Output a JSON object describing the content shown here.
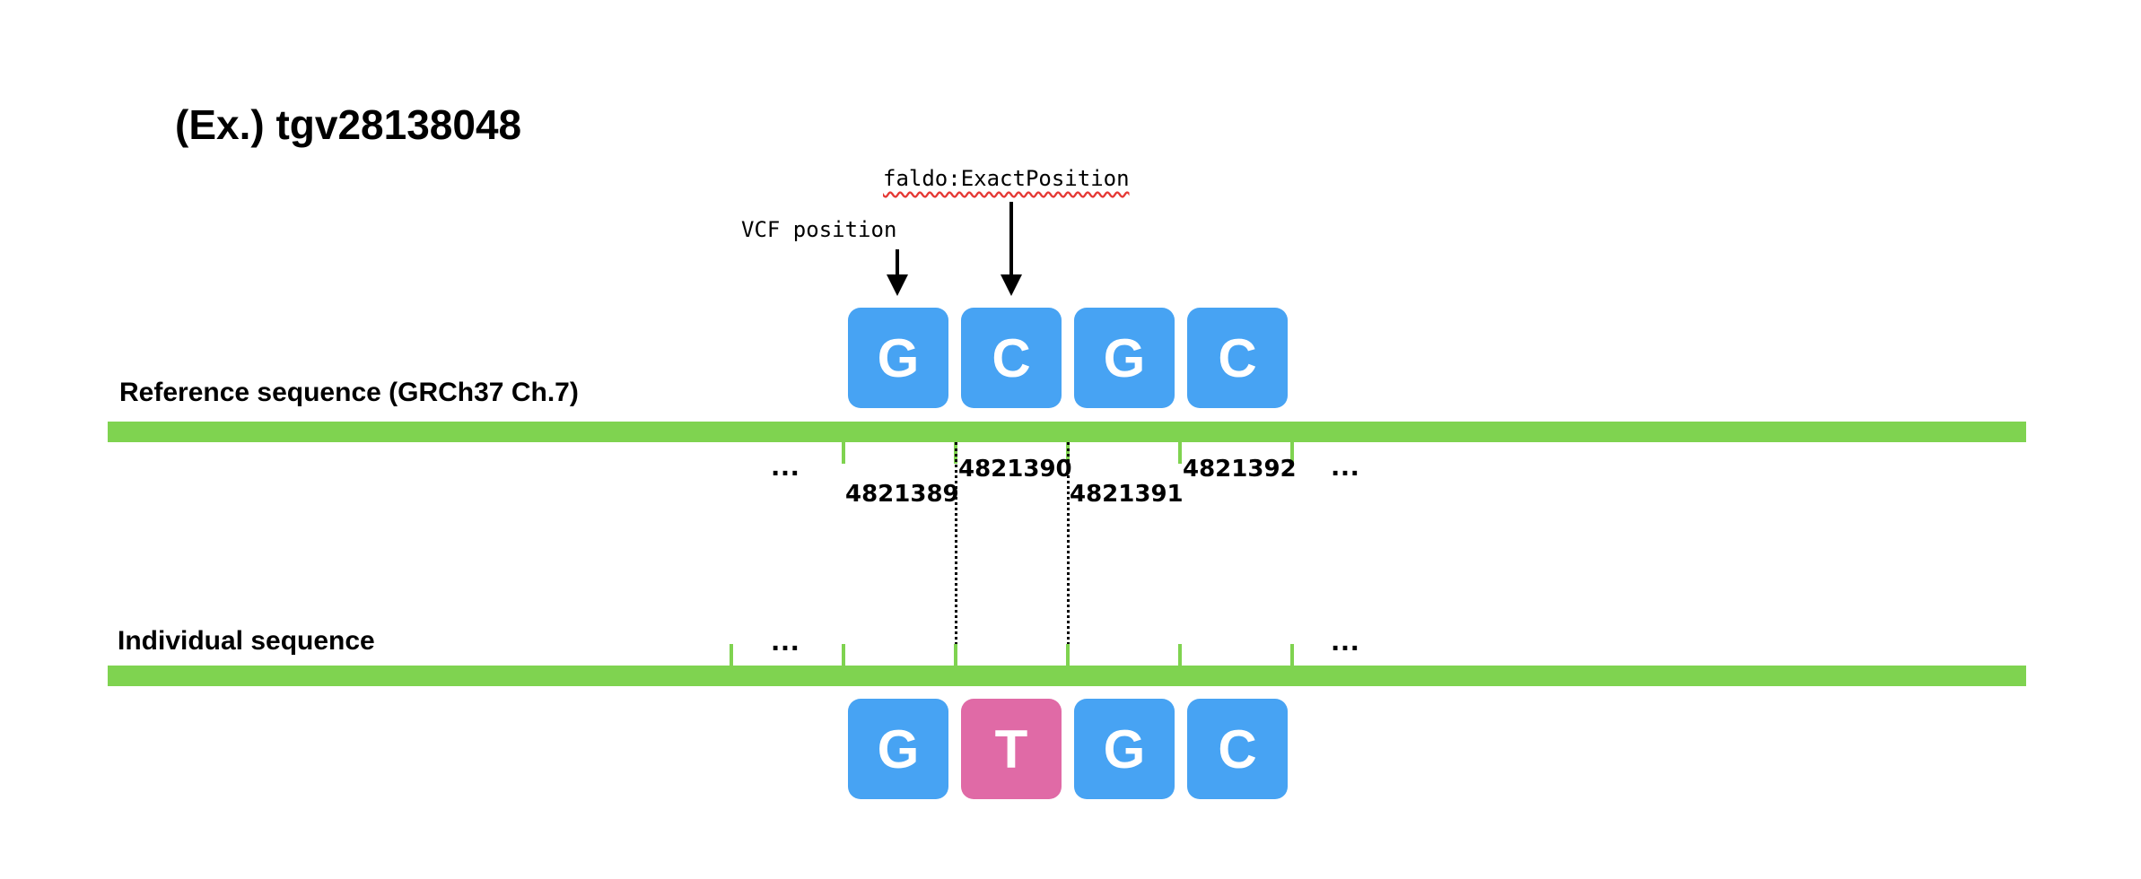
{
  "title": "(Ex.) tgv28138048",
  "annotations": {
    "faldo": "faldo:ExactPosition",
    "vcf": "VCF position"
  },
  "reference": {
    "label": "Reference sequence (GRCh37 Ch.7)",
    "bases": [
      "G",
      "C",
      "G",
      "C"
    ],
    "positions": [
      "4821389",
      "4821390",
      "4821391",
      "4821392"
    ]
  },
  "individual": {
    "label": "Individual sequence",
    "bases": [
      "G",
      "T",
      "G",
      "C"
    ]
  },
  "ellipsis": "…",
  "colors": {
    "track": "#7fd350",
    "base": "#47a3f3",
    "variant": "#e06aa6",
    "wavy_underline": "#e53935"
  }
}
